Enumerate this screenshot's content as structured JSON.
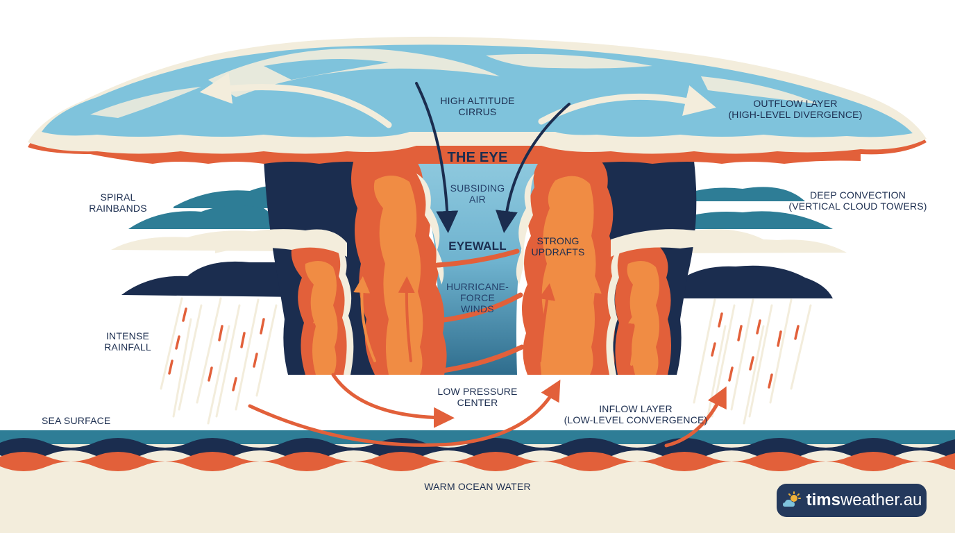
{
  "labels": {
    "high_cirrus": [
      "HIGH ALTITUDE",
      "CIRRUS"
    ],
    "outflow": [
      "OUTFLOW LAYER",
      "(HIGH-LEVEL DIVERGENCE)"
    ],
    "the_eye": "THE EYE",
    "subsiding_air": [
      "SUBSIDING",
      "AIR"
    ],
    "spiral_rainbands": [
      "SPIRAL",
      "RAINBANDS"
    ],
    "deep_convection": [
      "DEEP CONVECTION",
      "(VERTICAL CLOUD TOWERS)"
    ],
    "eyewall": "EYEWALL",
    "strong_updrafts": [
      "STRONG",
      "UPDRAFTS"
    ],
    "hurricane_force": [
      "HURRICANE-",
      "FORCE",
      "WINDS"
    ],
    "intense_rainfall": [
      "INTENSE",
      "RAINFALL"
    ],
    "low_pressure": [
      "LOW PRESSURE",
      "CENTER"
    ],
    "inflow": [
      "INFLOW LAYER",
      "(LOW-LEVEL CONVERGENCE)"
    ],
    "sea_surface": "SEA SURFACE",
    "warm_ocean": "WARM OCEAN WATER"
  },
  "brand": {
    "name_bold": "tims",
    "name_rest": "weather.au",
    "icon": "sun-cloud-icon"
  },
  "colors": {
    "sky_blue": "#7fc3dc",
    "cream": "#f3eddc",
    "navy": "#1b2d4f",
    "teal": "#2e7d96",
    "orange_red": "#e2603a",
    "orange_light": "#f08c44",
    "eye_blue": "#9ad1e4"
  }
}
